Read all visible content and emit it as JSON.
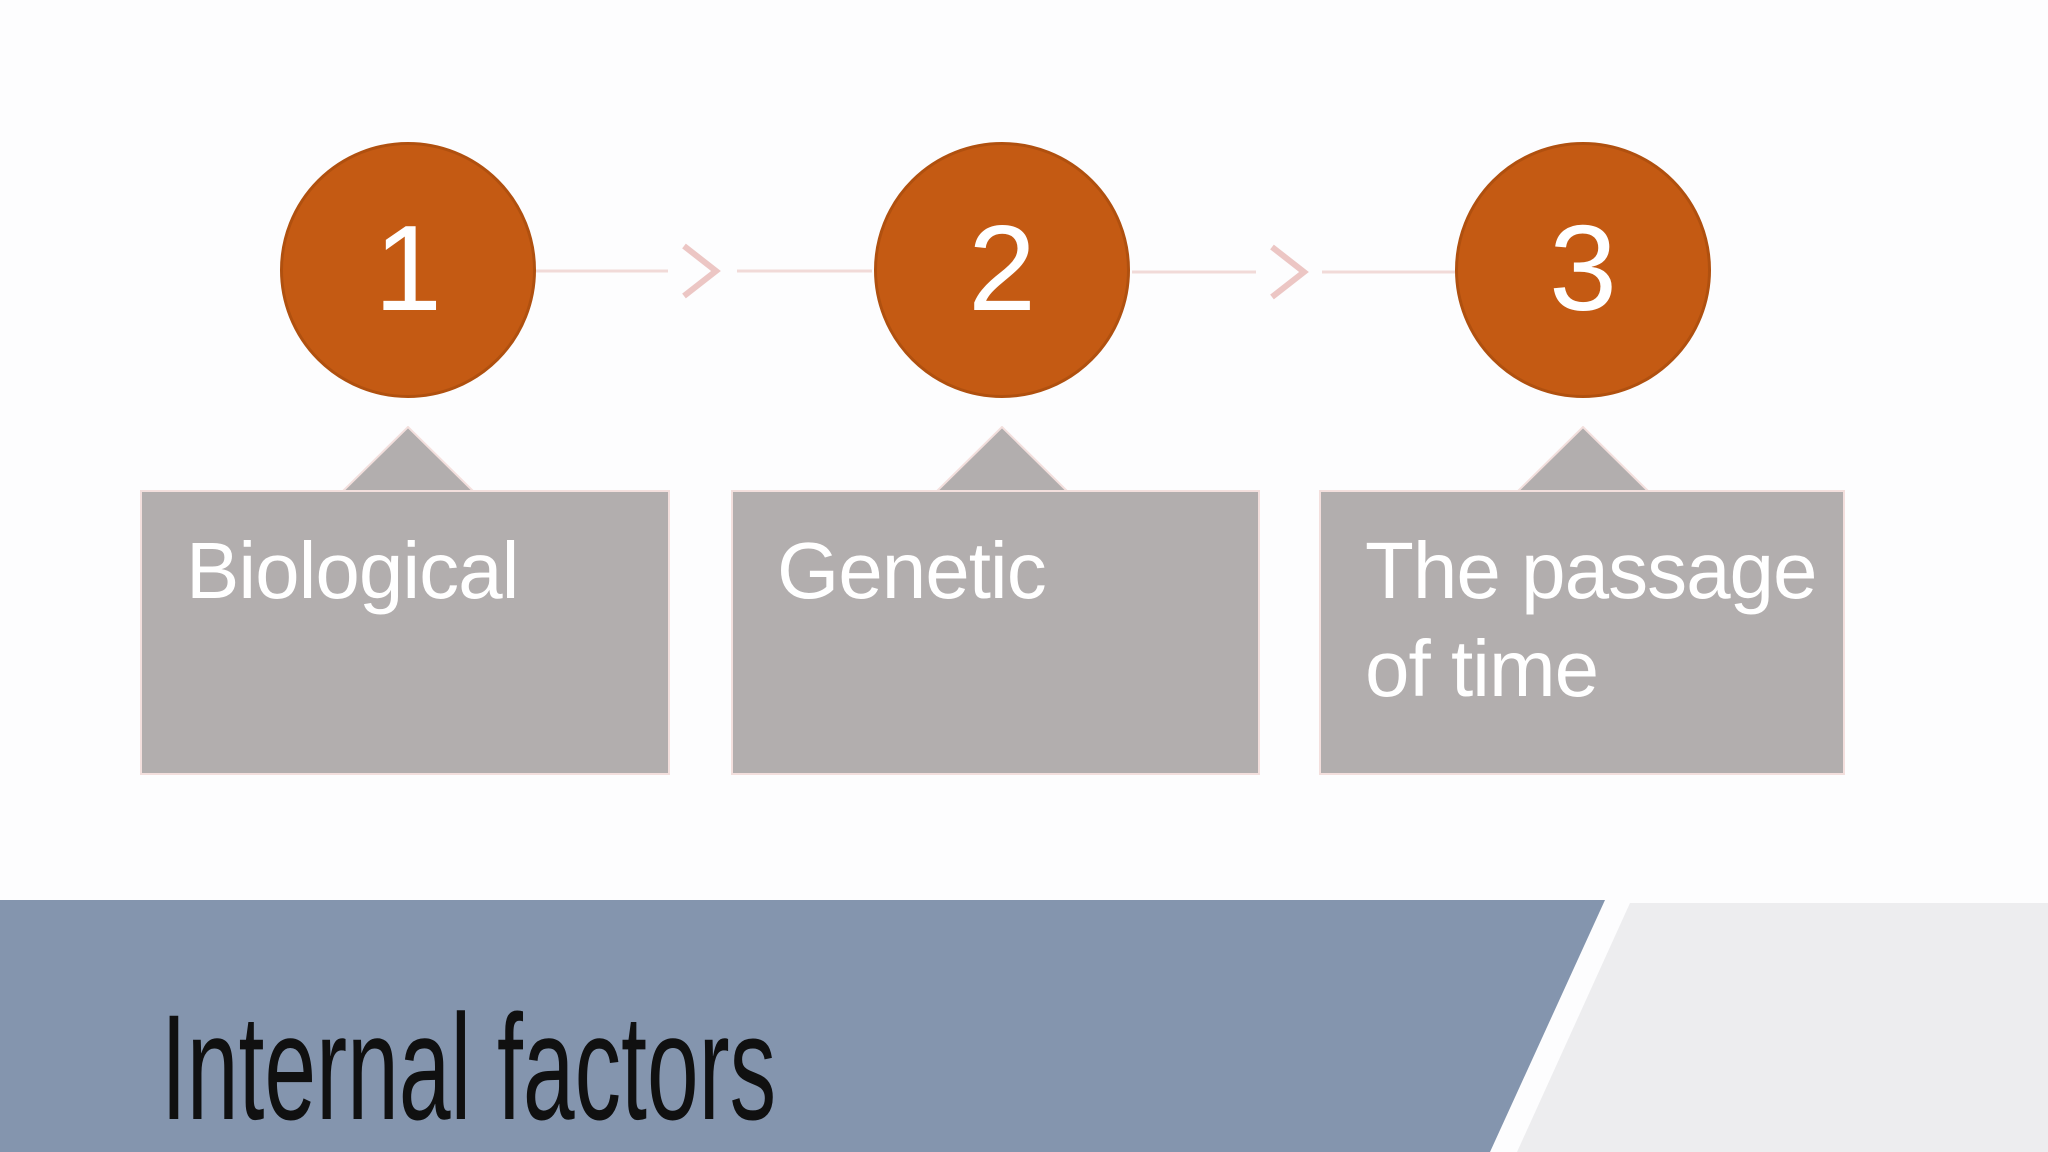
{
  "slide": {
    "title": "Internal factors",
    "steps": [
      {
        "number": "1",
        "label": "Biological"
      },
      {
        "number": "2",
        "label": "Genetic"
      },
      {
        "number": "3",
        "label": "The passage of time"
      }
    ],
    "icons": [
      "chevron-right-icon",
      "chevron-right-icon"
    ],
    "colors": {
      "background": "#fdfdfe",
      "circle_fill": "#c45a13",
      "circle_edge": "#b0500f",
      "circle_text": "#ffffff",
      "box_fill": "#b2aeae",
      "box_edge": "#f3dfdd",
      "box_text": "#ffffff",
      "connector_line": "#f1dad8",
      "connector_chevron": "#ecc6c4",
      "band_fill": "#8495ae",
      "corner_fill": "#ededef",
      "title_text": "#101010"
    }
  }
}
